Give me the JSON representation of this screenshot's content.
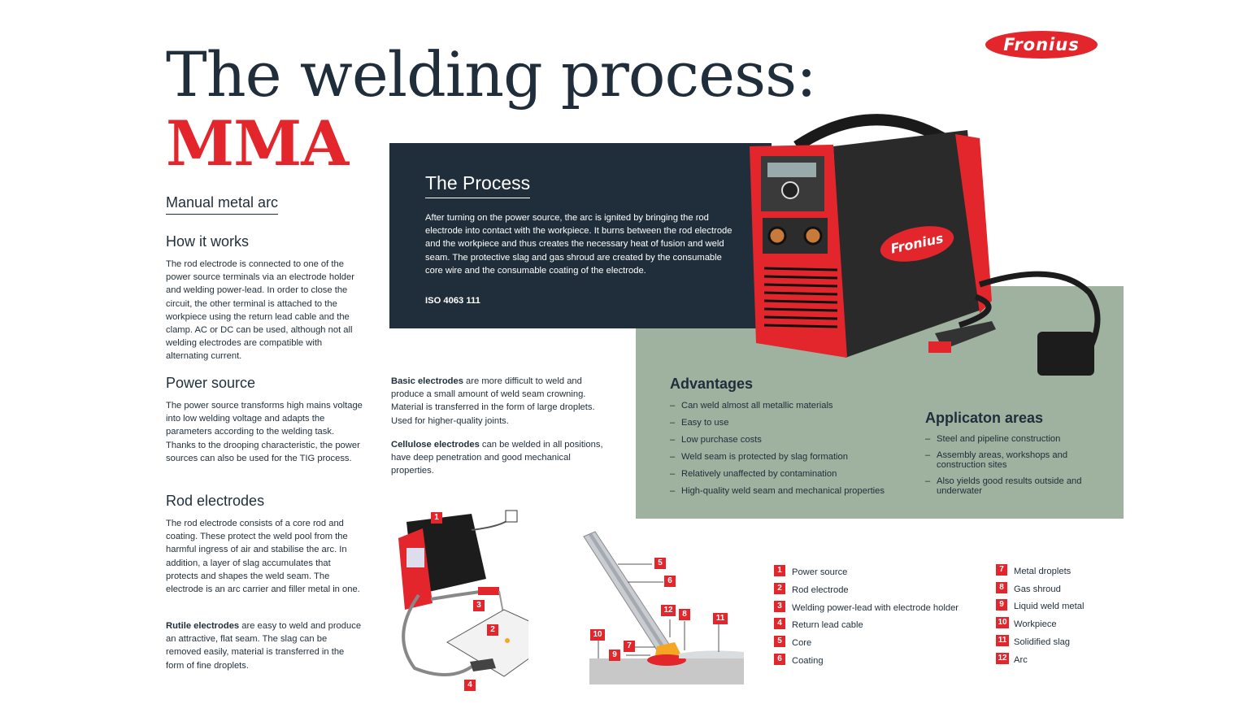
{
  "header": {
    "title": "The welding process:",
    "subtitle": "MMA",
    "logo_text": "Fronius"
  },
  "left": {
    "section_title": "Manual metal arc",
    "how": {
      "heading": "How it works",
      "text": "The rod electrode is connected to one of the power source terminals via an electrode holder and welding power-lead. In order to close the circuit, the other terminal is attached to the workpiece using the return lead cable and the clamp. AC or DC can be used, although not all welding electrodes are compatible with alternating current."
    },
    "power": {
      "heading": "Power source",
      "text": "The power source transforms high mains voltage into low welding voltage and adapts the parameters according to the welding task. Thanks to the drooping characteristic, the power sources can also be used for the TIG process."
    },
    "rod": {
      "heading": "Rod electrodes",
      "text": "The rod electrode consists of a core rod and coating. These protect the weld pool from the harmful ingress of air and stabilise the arc. In addition, a layer of slag accumulates that protects and shapes the weld seam. The electrode is an arc carrier and filler metal in one.",
      "rutile_bold": "Rutile electrodes",
      "rutile_text": " are easy to weld and produce an attractive, flat seam. The slag can be removed easily, material is transferred in the form of fine droplets."
    }
  },
  "middle": {
    "basic_bold": "Basic electrodes",
    "basic_text": " are more difficult to weld and produce a small amount of weld seam crowning. Material is transferred in the form of large droplets. Used for higher-quality joints.",
    "cellulose_bold": "Cellulose electrodes",
    "cellulose_text": " can be welded in all positions, have deep penetration and good mechanical properties."
  },
  "process": {
    "heading": "The Process",
    "text": "After turning on the power source, the arc is ignited by bringing the rod electrode into contact with the workpiece. It burns between the rod electrode and the workpiece and thus creates the necessary heat of fusion and weld seam. The protective slag and gas shroud are created by the consumable core wire and the consumable coating of the electrode.",
    "iso": "ISO 4063 111"
  },
  "advantages": {
    "heading": "Advantages",
    "items": [
      "Can weld almost all metallic materials",
      "Easy to use",
      "Low purchase costs",
      "Weld seam is protected by slag formation",
      "Relatively unaffected by contamination",
      "High-quality weld seam and mechanical properties"
    ]
  },
  "applications": {
    "heading": "Applicaton areas",
    "items": [
      "Steel and pipeline construction",
      "Assembly areas, workshops and construction sites",
      "Also yields good results outside and underwater"
    ]
  },
  "legend": [
    {
      "num": "1",
      "label": "Power source"
    },
    {
      "num": "2",
      "label": "Rod electrode"
    },
    {
      "num": "3",
      "label": "Welding power-lead with electrode holder"
    },
    {
      "num": "4",
      "label": "Return lead cable"
    },
    {
      "num": "5",
      "label": "Core"
    },
    {
      "num": "6",
      "label": "Coating"
    },
    {
      "num": "7",
      "label": "Metal droplets"
    },
    {
      "num": "8",
      "label": "Gas shroud"
    },
    {
      "num": "9",
      "label": "Liquid weld metal"
    },
    {
      "num": "10",
      "label": "Workpiece"
    },
    {
      "num": "11",
      "label": "Solidified slag"
    },
    {
      "num": "12",
      "label": "Arc"
    }
  ],
  "machine_label": "Fronius",
  "colors": {
    "navy": "#1f2e3a",
    "red": "#e3262c",
    "sage": "#9fb19f"
  }
}
